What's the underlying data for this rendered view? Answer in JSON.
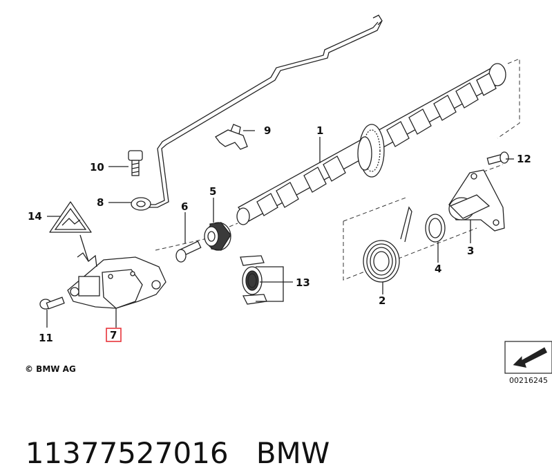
{
  "callouts": {
    "c1": "1",
    "c2": "2",
    "c3": "3",
    "c4": "4",
    "c5": "5",
    "c6": "6",
    "c7": "7",
    "c8": "8",
    "c9": "9",
    "c10": "10",
    "c11": "11",
    "c12": "12",
    "c13": "13",
    "c14": "14"
  },
  "highlight": {
    "part": "7",
    "color": "#e8333a"
  },
  "footer": {
    "copyright": "© BMW AG",
    "image_number": "00216245"
  },
  "caption": {
    "part_number": "11377527016",
    "brand": "BMW"
  }
}
